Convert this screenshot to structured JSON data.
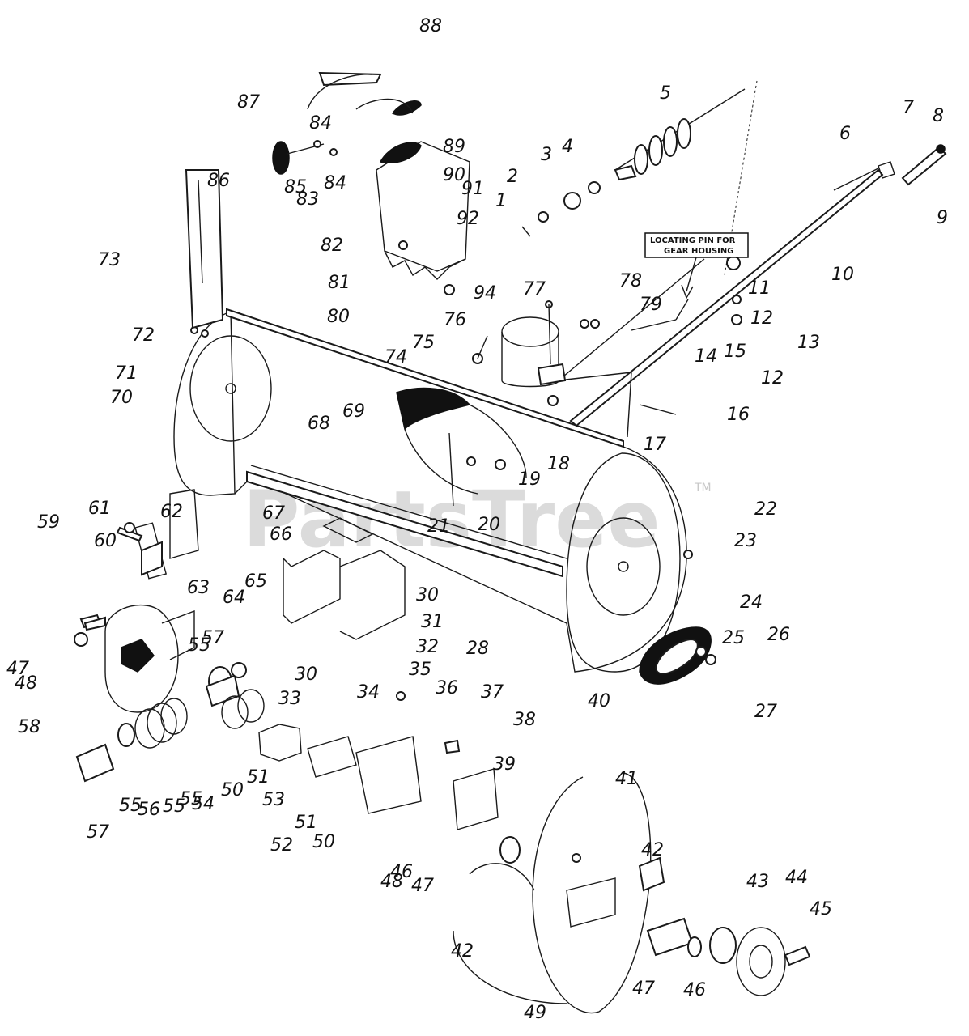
{
  "watermark": {
    "text": "PartsTree",
    "tm": "TM"
  },
  "callout_box": {
    "line1": "LOCATING PIN FOR",
    "line2": "GEAR HOUSING"
  },
  "part_numbers": [
    "1",
    "2",
    "3",
    "4",
    "5",
    "6",
    "7",
    "8",
    "9",
    "10",
    "11",
    "12",
    "12",
    "13",
    "14",
    "15",
    "16",
    "17",
    "18",
    "19",
    "20",
    "21",
    "22",
    "23",
    "24",
    "25",
    "26",
    "27",
    "28",
    "30",
    "30",
    "31",
    "32",
    "33",
    "34",
    "35",
    "36",
    "37",
    "38",
    "39",
    "40",
    "41",
    "42",
    "42",
    "43",
    "44",
    "45",
    "46",
    "46",
    "47",
    "47",
    "47",
    "48",
    "48",
    "49",
    "50",
    "50",
    "51",
    "51",
    "52",
    "53",
    "54",
    "55",
    "55",
    "55",
    "55",
    "56",
    "57",
    "57",
    "58",
    "59",
    "60",
    "61",
    "62",
    "63",
    "64",
    "65",
    "66",
    "67",
    "68",
    "69",
    "70",
    "71",
    "72",
    "73",
    "74",
    "75",
    "76",
    "77",
    "78",
    "79",
    "80",
    "81",
    "82",
    "83",
    "84",
    "84",
    "85",
    "86",
    "87",
    "88",
    "89",
    "90",
    "91",
    "92",
    "94"
  ]
}
